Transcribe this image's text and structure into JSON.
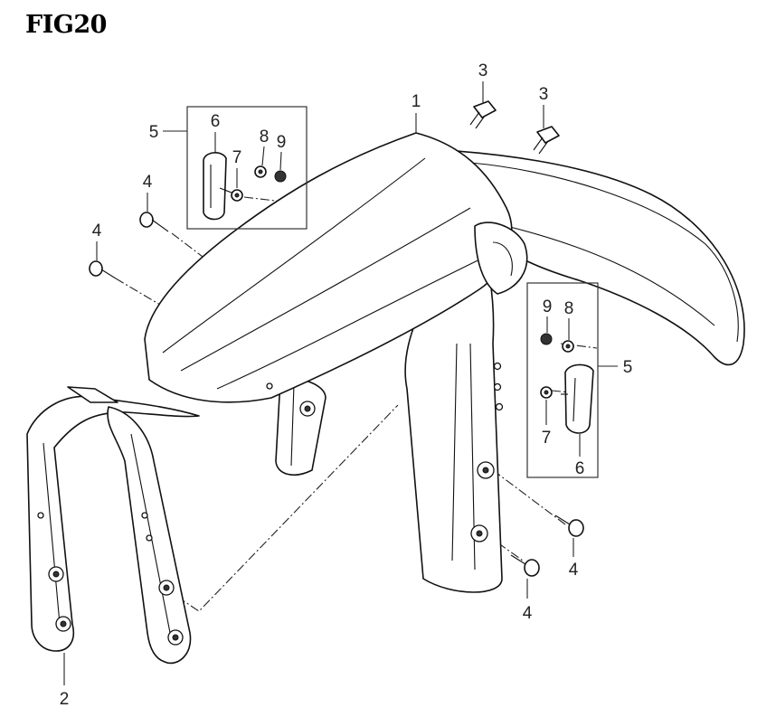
{
  "figure": {
    "title": "FIG20"
  },
  "callouts": {
    "front_fender": "1",
    "fender_stay": "2",
    "bolt_top_left": "3",
    "bolt_top_right": "3",
    "screw_upper_left": "4",
    "screw_lower_left": "4",
    "screw_right_upper": "4",
    "screw_right_lower": "4",
    "reflector_set_left": "5",
    "reflector_set_right": "5",
    "reflector_left": "6",
    "reflector_right": "6",
    "washer_left": "7",
    "washer_right": "7",
    "nut_8_left": "8",
    "nut_8_right": "8",
    "nut_9_left": "9",
    "nut_9_right": "9"
  },
  "colors": {
    "line": "#111111",
    "background": "#ffffff"
  }
}
